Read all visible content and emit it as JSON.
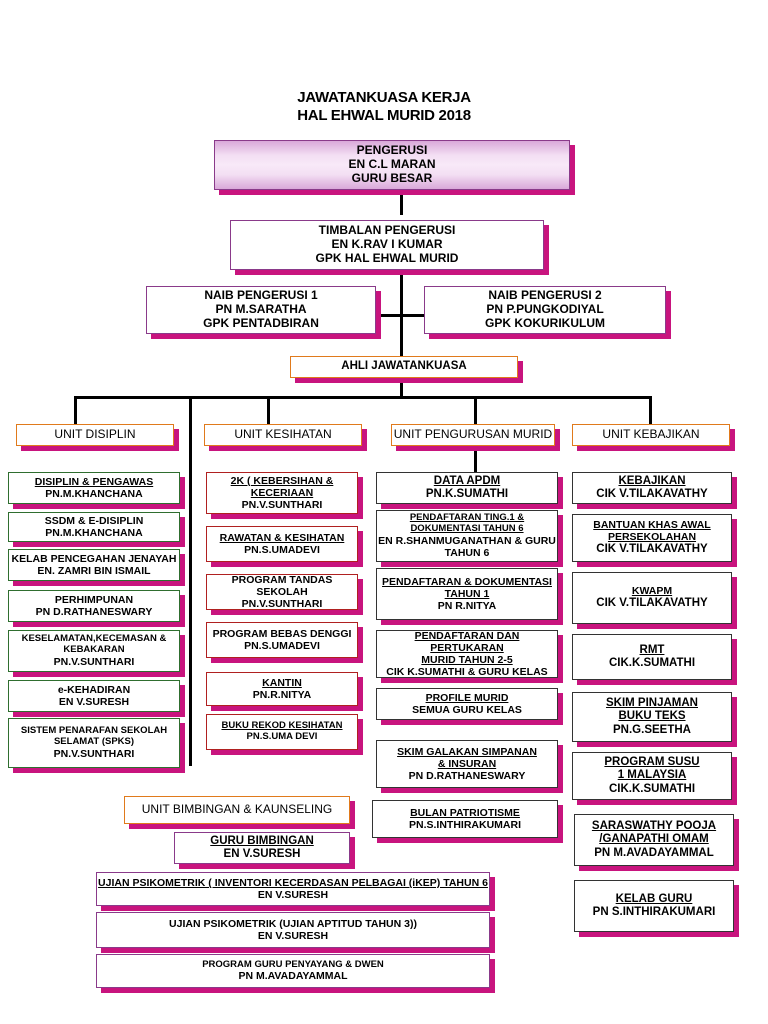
{
  "title": {
    "line1": "JAWATANKUASA KERJA",
    "line2": "HAL EHWAL MURID 2018"
  },
  "chair": {
    "l1": "PENGERUSI",
    "l2": "EN  C.L  MARAN",
    "l3": "GURU BESAR"
  },
  "vice": {
    "l1": "TIMBALAN PENGERUSI",
    "l2": "EN K.RAV I  KUMAR",
    "l3": "GPK HAL EHWAL MURID"
  },
  "naib1": {
    "l1": "NAIB PENGERUSI 1",
    "l2": "PN M.SARATHA",
    "l3": "GPK PENTADBIRAN"
  },
  "naib2": {
    "l1": "NAIB PENGERUSI 2",
    "l2": "PN    P.PUNGKODIYAL",
    "l3": "GPK KOKURIKULUM"
  },
  "ahli": "AHLI JAWATANKUASA",
  "units": {
    "disiplin": "UNIT  DISIPLIN",
    "kesihatan": "UNIT KESIHATAN",
    "pengurusan": "UNIT PENGURUSAN MURID",
    "kebajikan": "UNIT KEBAJIKAN",
    "bimbingan": "UNIT BIMBINGAN & KAUNSELING"
  },
  "disiplin": [
    {
      "t": "DISIPLIN & PENGAWAS",
      "n": "PN.M.KHANCHANA"
    },
    {
      "t": "SSDM & E-DISIPLIN",
      "n": "PN.M.KHANCHANA"
    },
    {
      "t": "KELAB PENCEGAHAN JENAYAH",
      "n": "EN. ZAMRI BIN ISMAIL"
    },
    {
      "t": "PERHIMPUNAN",
      "n": "PN D.RATHANESWARY"
    },
    {
      "t1": "KESELAMATAN,KECEMASAN &",
      "t2": "KEBAKARAN",
      "n": "PN.V.SUNTHARI"
    },
    {
      "t": "e-KEHADIRAN",
      "n": "EN V.SURESH"
    },
    {
      "t1": "SISTEM PENARAFAN SEKOLAH",
      "t2": "SELAMAT (SPKS)",
      "n": "PN.V.SUNTHARI"
    }
  ],
  "kesihatan": [
    {
      "t1": "2K ( KEBERSIHAN &",
      "t2": "KECERIAAN",
      "n": "PN.V.SUNTHARI"
    },
    {
      "t": "RAWATAN & KESIHATAN",
      "n": "PN.S.UMADEVI"
    },
    {
      "t": "PROGRAM TANDAS SEKOLAH",
      "n": "PN.V.SUNTHARI"
    },
    {
      "t": "PROGRAM BEBAS DENGGI",
      "n": "PN.S.UMADEVI"
    },
    {
      "t": "KANTIN",
      "n": "PN.R.NITYA"
    },
    {
      "t": "BUKU REKOD KESIHATAN",
      "n": "PN.S.UMA DEVI"
    }
  ],
  "pengurusan": [
    {
      "t": "DATA APDM",
      "n": "PN.K.SUMATHI"
    },
    {
      "t1": "PENDAFTARAN  TING.1 &",
      "t2": "DOKUMENTASI TAHUN 6",
      "n1": "EN R.SHANMUGANATHAN & GURU",
      "n2": "TAHUN 6"
    },
    {
      "t1": "PENDAFTARAN & DOKUMENTASI",
      "t2": "TAHUN 1",
      "n": "PN R.NITYA"
    },
    {
      "t1": "PENDAFTARAN DAN PERTUKARAN",
      "t2": "MURID  TAHUN 2-5",
      "n": "CIK K.SUMATHI  &  GURU  KELAS"
    },
    {
      "t": "PROFILE MURID",
      "n": "SEMUA GURU KELAS"
    },
    {
      "t1": "SKIM GALAKAN SIMPANAN",
      "t2": "& INSURAN",
      "n": "PN D.RATHANESWARY"
    },
    {
      "t": "BULAN  PATRIOTISME",
      "n": "PN.S.INTHIRAKUMARI"
    }
  ],
  "kebajikan": [
    {
      "t": "KEBAJIKAN",
      "n": "CIK V.TILAKAVATHY"
    },
    {
      "t1": "BANTUAN KHAS AWAL",
      "t2": "PERSEKOLAHAN",
      "n": "CIK V.TILAKAVATHY"
    },
    {
      "t": "KWAPM",
      "n": "CIK V.TILAKAVATHY"
    },
    {
      "t": "RMT",
      "n": "CIK.K.SUMATHI"
    },
    {
      "t1": "SKIM PINJAMAN",
      "t2": "BUKU TEKS",
      "n": "PN.G.SEETHA"
    },
    {
      "t1": "PROGRAM SUSU",
      "t2": "1 MALAYSIA",
      "n": "CIK.K.SUMATHI"
    },
    {
      "t1": "SARASWATHY POOJA",
      "t2": "/GANAPATHI OMAM",
      "n": "PN M.AVADAYAMMAL"
    },
    {
      "t": "KELAB GURU",
      "n": "PN S.INTHIRAKUMARI"
    }
  ],
  "bimbingan": [
    {
      "t": "GURU BIMBINGAN",
      "n": "EN V.SURESH"
    },
    {
      "t": "UJIAN PSIKOMETRIK ( INVENTORI KECERDASAN PELBAGAI (iKEP) TAHUN 6",
      "n": "EN V.SURESH"
    },
    {
      "t": "UJIAN PSIKOMETRIK (UJIAN APTITUD TAHUN 3))",
      "n": "EN V.SURESH"
    },
    {
      "t": "PROGRAM GURU PENYAYANG & DWEN",
      "n": "PN M.AVADAYAMMAL"
    }
  ]
}
